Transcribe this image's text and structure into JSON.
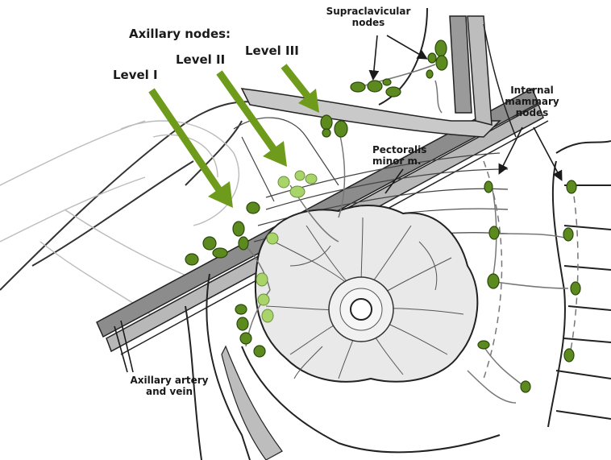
{
  "labels": {
    "axillary_nodes": "Axillary nodes:",
    "level_1": "Level I",
    "level_2": "Level II",
    "level_3": "Level III",
    "supraclavicular_1": "Supraclavicular",
    "supraclavicular_2": "nodes",
    "internal_mammary_1": "Internal",
    "internal_mammary_2": "mammary",
    "internal_mammary_3": "nodes",
    "pectoralis_1": "Pectoralis",
    "pectoralis_2": "minor m.",
    "axillary_vessels_1": "Axillary artery",
    "axillary_vessels_2": "and vein"
  },
  "colors": {
    "arrow_green": "#6f9b1c",
    "node_dark": "#5d8a1f",
    "node_light": "#a8d46a",
    "line": "#2a2a2a"
  }
}
